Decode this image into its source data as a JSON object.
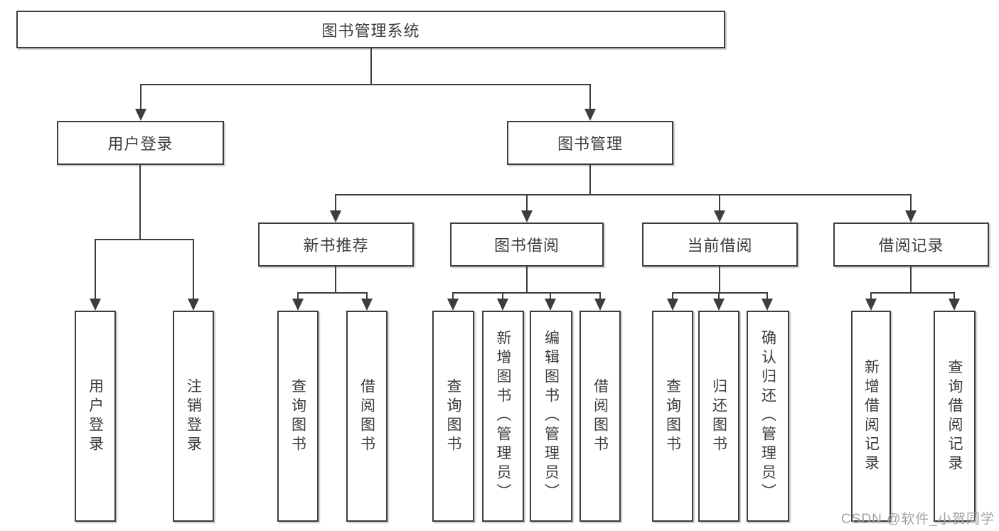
{
  "colors": {
    "line": "#3d3d3d",
    "text": "#3d3d3d",
    "watermark": "#a3a3a3",
    "background": "#ffffff"
  },
  "tree": {
    "root": {
      "label": "图书管理系统"
    },
    "children": [
      {
        "label": "用户登录",
        "children": [
          {
            "label": "用户登录"
          },
          {
            "label": "注销登录"
          }
        ]
      },
      {
        "label": "图书管理",
        "children": [
          {
            "label": "新书推荐",
            "children": [
              {
                "label": "查询图书"
              },
              {
                "label": "借阅图书"
              }
            ]
          },
          {
            "label": "图书借阅",
            "children": [
              {
                "label": "查询图书"
              },
              {
                "label": "新增图书（管理员）"
              },
              {
                "label": "编辑图书（管理员）"
              },
              {
                "label": "借阅图书"
              }
            ]
          },
          {
            "label": "当前借阅",
            "children": [
              {
                "label": "查询图书"
              },
              {
                "label": "归还图书"
              },
              {
                "label": "确认归还（管理员）"
              }
            ]
          },
          {
            "label": "借阅记录",
            "children": [
              {
                "label": "新增借阅记录"
              },
              {
                "label": "查询借阅记录"
              }
            ]
          }
        ]
      }
    ]
  },
  "watermark": {
    "text": "CSDN @软件_小贺同学"
  }
}
